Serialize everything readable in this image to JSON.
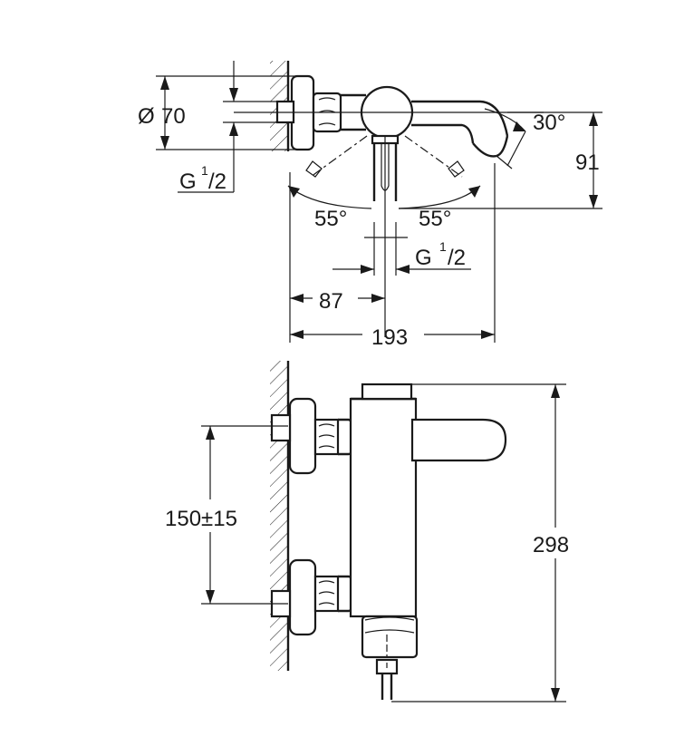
{
  "top_view": {
    "diameter_symbol": "Ø",
    "diameter_value": "70",
    "thread_left_prefix": "G",
    "thread_left_num": "1",
    "thread_left_den": "/2",
    "angle_outlet": "30°",
    "dim_91": "91",
    "angle_left": "55°",
    "angle_right": "55°",
    "thread_bottom_prefix": "G",
    "thread_bottom_num": "1",
    "thread_bottom_den": "/2",
    "dim_87": "87",
    "dim_193": "193"
  },
  "front_view": {
    "dim_centers": "150±15",
    "dim_height": "298"
  }
}
